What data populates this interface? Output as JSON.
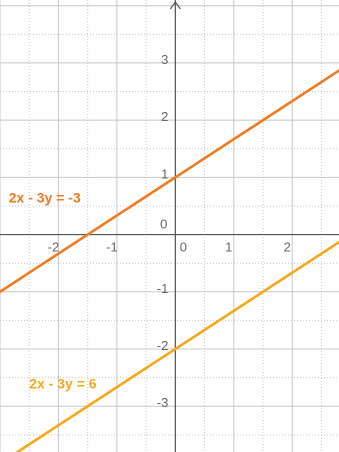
{
  "chart_data": {
    "type": "line",
    "title": "",
    "xlabel": "",
    "ylabel": "",
    "xlim": [
      -3,
      2.8
    ],
    "ylim": [
      -3.8,
      4.1
    ],
    "grid": true,
    "x_ticks": [
      {
        "value": -2,
        "label": "-2"
      },
      {
        "value": -1,
        "label": "-1"
      },
      {
        "value": 0,
        "label": "0"
      },
      {
        "value": 1,
        "label": "1"
      },
      {
        "value": 2,
        "label": "2"
      }
    ],
    "y_ticks": [
      {
        "value": 3,
        "label": "3"
      },
      {
        "value": 2,
        "label": "2"
      },
      {
        "value": 1,
        "label": "1"
      },
      {
        "value": 0,
        "label": "0"
      },
      {
        "value": -1,
        "label": "-1"
      },
      {
        "value": -2,
        "label": "-2"
      },
      {
        "value": -3,
        "label": "-3"
      }
    ],
    "series": [
      {
        "name": "2x - 3y = -3",
        "color": "#f07a1e",
        "x": [
          -3,
          2.8
        ],
        "y": [
          -1,
          2.867
        ],
        "label_at": {
          "x": -2.85,
          "y": 0.65
        }
      },
      {
        "name": "2x - 3y = 6",
        "color": "#f6a81a",
        "x": [
          -3,
          2.8
        ],
        "y": [
          -4,
          -0.133
        ],
        "label_at": {
          "x": -2.5,
          "y": -2.6
        }
      }
    ]
  }
}
